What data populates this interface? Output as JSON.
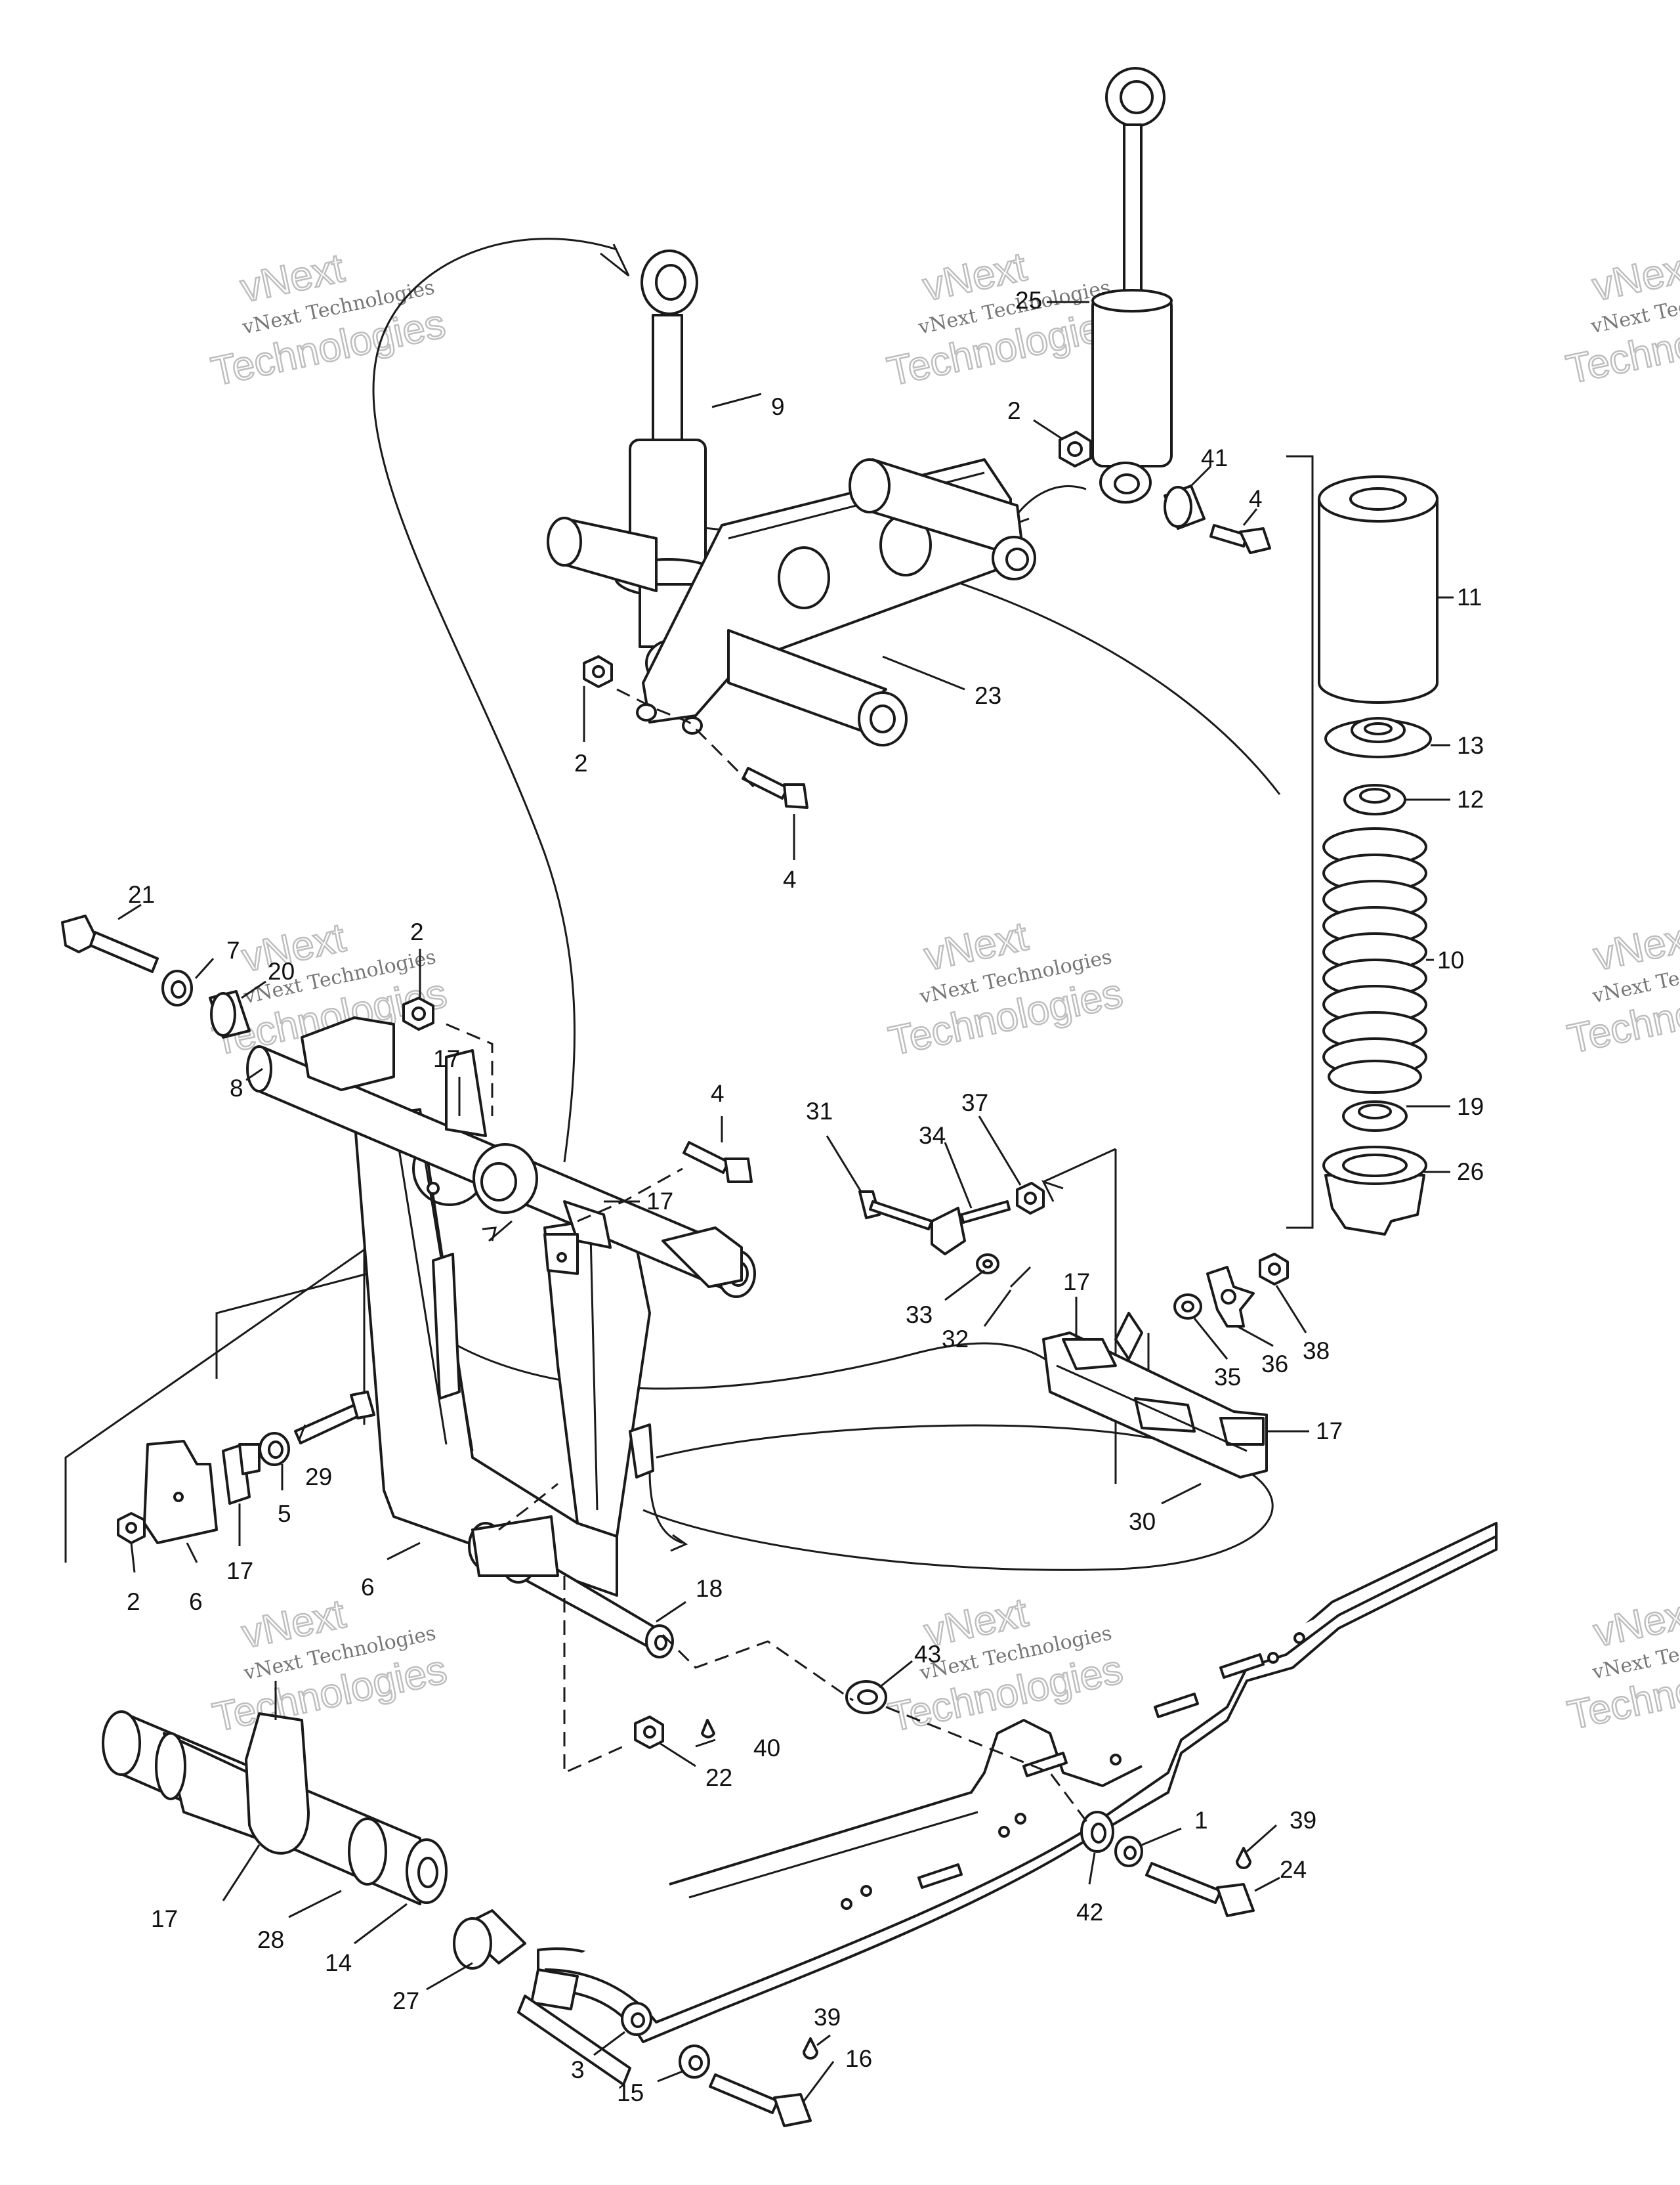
{
  "watermark": {
    "line1": "vNext",
    "line2": "vNext Technologies",
    "line3": "Technologies"
  },
  "callouts": {
    "c1": "1",
    "c2": "2",
    "c3": "3",
    "c4": "4",
    "c5": "5",
    "c6": "6",
    "c7": "7",
    "c8": "8",
    "c9": "9",
    "c10": "10",
    "c11": "11",
    "c12": "12",
    "c13": "13",
    "c14": "14",
    "c15": "15",
    "c16": "16",
    "c17": "17",
    "c18": "18",
    "c19": "19",
    "c20": "20",
    "c21": "21",
    "c22": "22",
    "c23": "23",
    "c24": "24",
    "c25": "25",
    "c26": "26",
    "c27": "27",
    "c28": "28",
    "c29": "29",
    "c30": "30",
    "c31": "31",
    "c32": "32",
    "c33": "33",
    "c34": "34",
    "c35": "35",
    "c36": "36",
    "c37": "37",
    "c38": "38",
    "c39": "39",
    "c40": "40",
    "c41": "41",
    "c42": "42",
    "c43": "43"
  },
  "colors": {
    "line": "#1a1a1a",
    "paper": "#ffffff",
    "watermark": "#b8b8b8"
  }
}
